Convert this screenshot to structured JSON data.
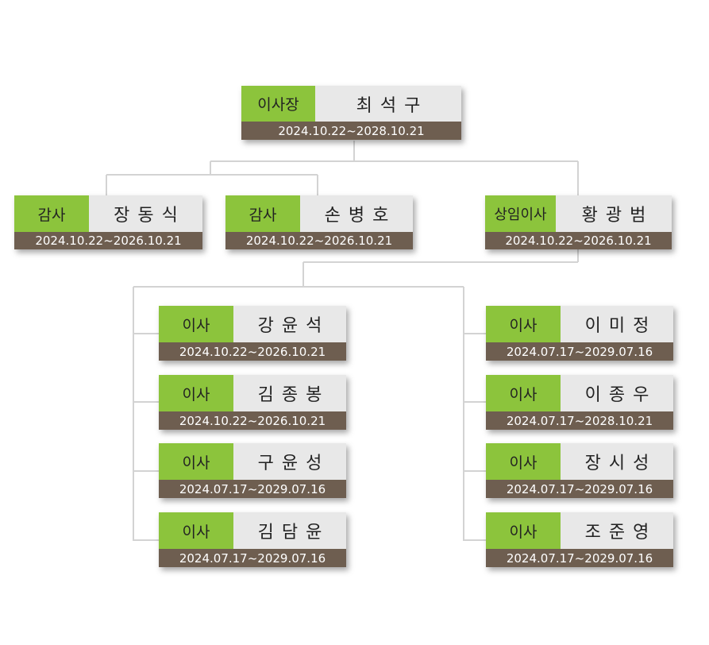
{
  "chairman": {
    "role": "이사장",
    "name": "최석구",
    "term": "2024.10.22~2028.10.21"
  },
  "row2": [
    {
      "role": "감사",
      "name": "장동식",
      "term": "2024.10.22~2026.10.21"
    },
    {
      "role": "감사",
      "name": "손병호",
      "term": "2024.10.22~2026.10.21"
    },
    {
      "role": "상임이사",
      "name": "황광범",
      "term": "2024.10.22~2026.10.21"
    }
  ],
  "directors_left": [
    {
      "role": "이사",
      "name": "강윤석",
      "term": "2024.10.22~2026.10.21"
    },
    {
      "role": "이사",
      "name": "김종봉",
      "term": "2024.10.22~2026.10.21"
    },
    {
      "role": "이사",
      "name": "구윤성",
      "term": "2024.07.17~2029.07.16"
    },
    {
      "role": "이사",
      "name": "김담윤",
      "term": "2024.07.17~2029.07.16"
    }
  ],
  "directors_right": [
    {
      "role": "이사",
      "name": "이미정",
      "term": "2024.07.17~2029.07.16"
    },
    {
      "role": "이사",
      "name": "이종우",
      "term": "2024.07.17~2028.10.21"
    },
    {
      "role": "이사",
      "name": "장시성",
      "term": "2024.07.17~2029.07.16"
    },
    {
      "role": "이사",
      "name": "조준영",
      "term": "2024.07.17~2029.07.16"
    }
  ],
  "colors": {
    "role_bg": "#8cc43c",
    "name_bg": "#e8e8e8",
    "term_bg": "#6e5e50",
    "connector": "#d3d3d3"
  }
}
